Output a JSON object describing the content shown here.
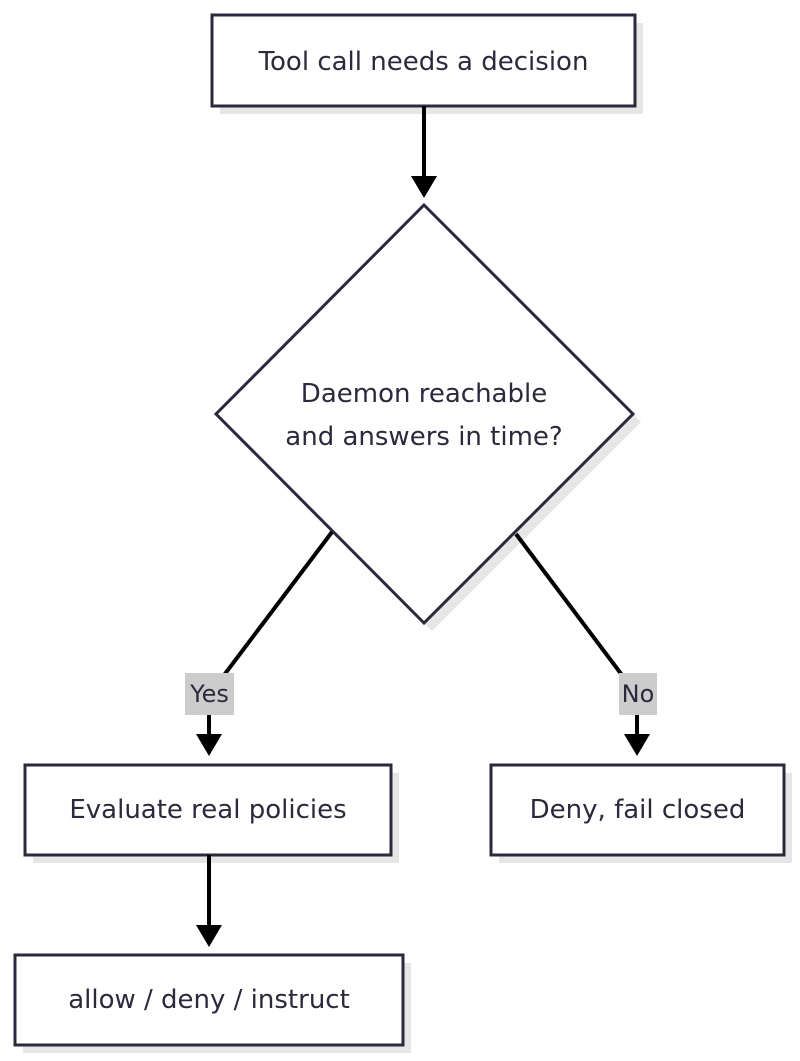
{
  "nodes": {
    "start": "Tool call needs a decision",
    "decision_line1": "Daemon reachable",
    "decision_line2": "and answers in time?",
    "evaluate": "Evaluate real policies",
    "deny": "Deny, fail closed",
    "result": "allow / deny / instruct"
  },
  "edges": {
    "yes_label": "Yes",
    "no_label": "No"
  },
  "colors": {
    "stroke": "#2b2a3d",
    "arrow": "#000000",
    "label_background": "#cccccc",
    "shadow": "#e6e6e6"
  }
}
